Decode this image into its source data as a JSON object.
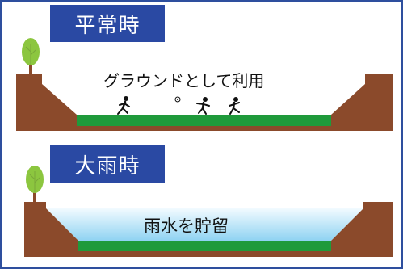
{
  "normal": {
    "title": "平常時",
    "caption": "グラウンドとして利用"
  },
  "heavy_rain": {
    "title": "大雨時",
    "caption": "雨水を貯留"
  },
  "colors": {
    "frame": "#2e4f9e",
    "label_bg": "#2a49a3",
    "soil": "#8b4a2b",
    "soil_dark": "#6e3a22",
    "grass": "#1f9a3b",
    "water_top": "#e8f6fd",
    "water_bottom": "#8fd3f2",
    "tree_leaf": "#8cc63f",
    "tree_trunk": "#8b4a2b"
  },
  "icons": {
    "tree": "tree-icon",
    "runner": "running-person-icon",
    "soccer_player": "soccer-player-icon",
    "ball": "soccer-ball-icon"
  }
}
